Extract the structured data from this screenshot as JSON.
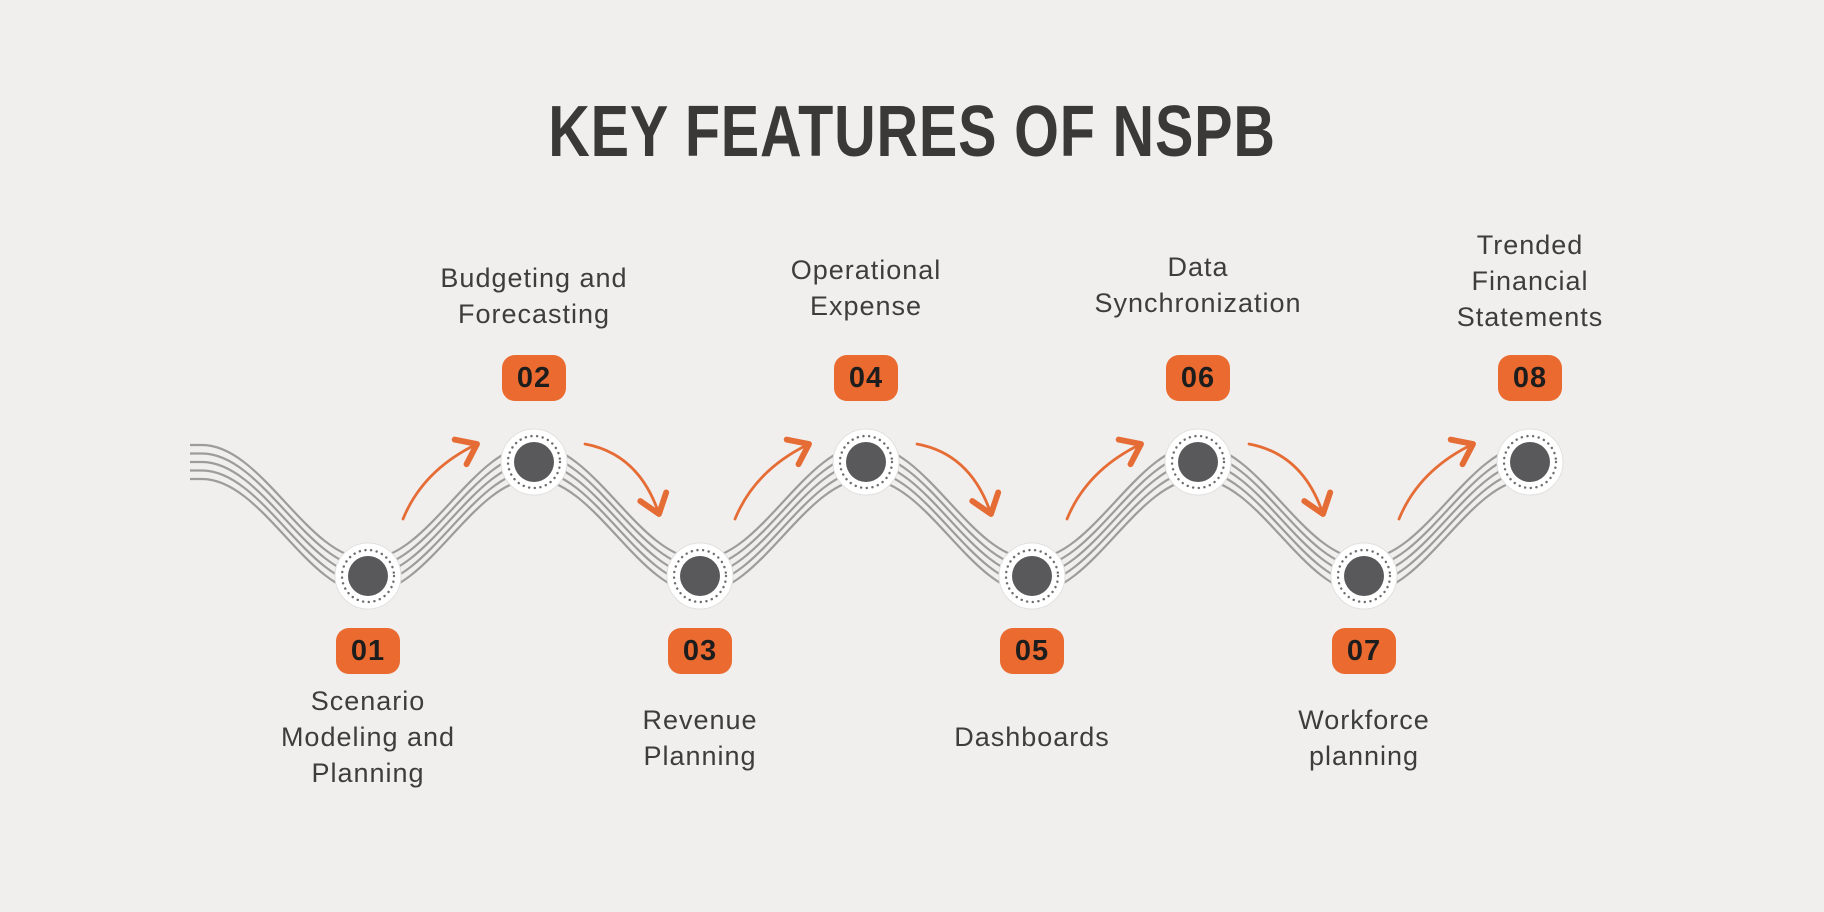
{
  "title": "KEY FEATURES OF NSPB",
  "items": [
    {
      "number": "01",
      "label": "Scenario\nModeling and\nPlanning"
    },
    {
      "number": "02",
      "label": "Budgeting and\nForecasting"
    },
    {
      "number": "03",
      "label": "Revenue\nPlanning"
    },
    {
      "number": "04",
      "label": "Operational\nExpense"
    },
    {
      "number": "05",
      "label": "Dashboards"
    },
    {
      "number": "06",
      "label": "Data\nSynchronization"
    },
    {
      "number": "07",
      "label": "Workforce\nplanning"
    },
    {
      "number": "08",
      "label": "Trended\nFinancial\nStatements"
    }
  ],
  "colors": {
    "bg": "#f0efed",
    "title_color": "#3a3938",
    "text_color": "#3d3d3d",
    "accent_orange": "#eb6a2f",
    "arrow_orange": "#e66c36",
    "line_gray": "#9c9c9c",
    "node_dark": "#59595b",
    "dot_gray": "#6e6e6e",
    "number_color": "#1d1d1d"
  }
}
